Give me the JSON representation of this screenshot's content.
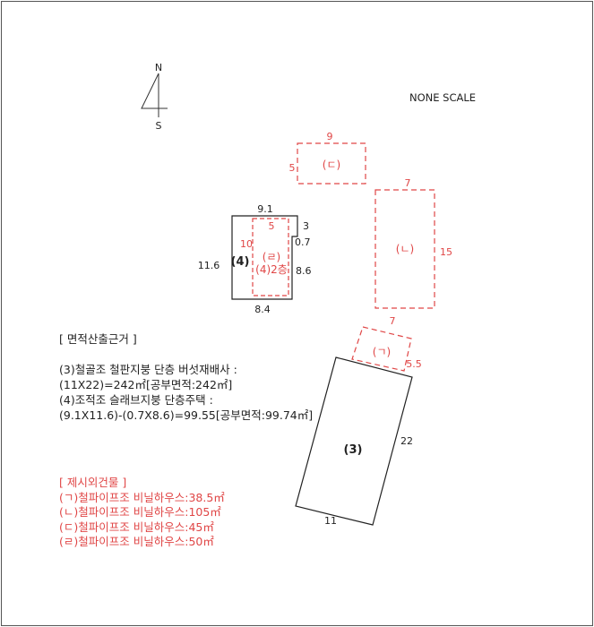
{
  "north": {
    "n": "N",
    "s": "S"
  },
  "scale_note": "NONE   SCALE",
  "buildings": {
    "b3": {
      "label": "(3)",
      "dim_long": "22",
      "dim_short": "11"
    },
    "b4": {
      "label": "(4)",
      "dim_top": "9.1",
      "dim_left": "11.6",
      "dim_bottom": "8.4",
      "dim_notch_top": "3",
      "dim_notch_width": "0.7",
      "dim_right": "8.6"
    },
    "r": {
      "label": "(ㄹ)",
      "sub_label": "(4)2층",
      "dim_top": "5",
      "dim_left": "10"
    },
    "g": {
      "label": "(ㄱ)",
      "dim_top": "7",
      "dim_right": "5.5"
    },
    "n": {
      "label": "(ㄴ)",
      "dim_top": "7",
      "dim_right": "15"
    },
    "d": {
      "label": "(ㄷ)",
      "dim_top": "9",
      "dim_left": "5"
    }
  },
  "notes": {
    "heading": "[ 면적산출근거 ]",
    "lines": [
      "(3)철골조 철판지붕 단층 버섯재배사 :",
      "(11X22)=242㎡[공부면적:242㎡]",
      "(4)조적조 슬래브지붕 단층주택 :",
      "(9.1X11.6)-(0.7X8.6)=99.55[공부면적:99.74㎡]"
    ]
  },
  "excluded": {
    "heading": "[ 제시외건물 ]",
    "lines": [
      "(ㄱ)철파이프조 비닐하우스:38.5㎡",
      "(ㄴ)철파이프조 비닐하우스:105㎡",
      "(ㄷ)철파이프조 비닐하우스:45㎡",
      "(ㄹ)철파이프조 비닐하우스:50㎡"
    ]
  },
  "colors": {
    "line": "#222222",
    "accent": "#e04646",
    "frame": "#555555"
  }
}
